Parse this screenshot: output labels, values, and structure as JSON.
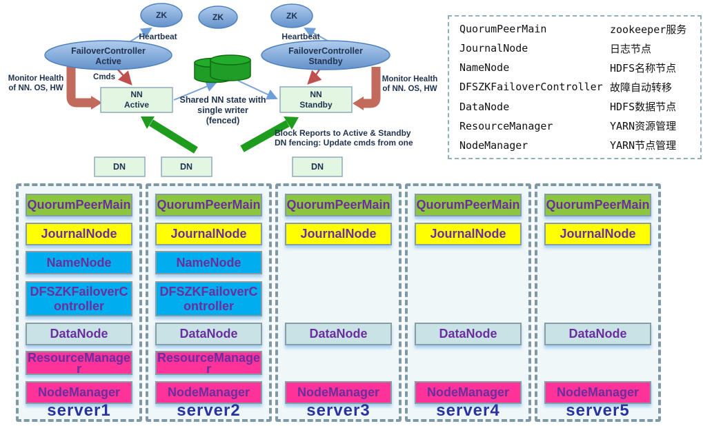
{
  "diagram": {
    "zk": "ZK",
    "heartbeat": "Heartbeat",
    "failover_active": {
      "line1": "FailoverController",
      "line2": "Active"
    },
    "failover_standby": {
      "line1": "FailoverController",
      "line2": "Standby"
    },
    "monitor_health": {
      "line1": "Monitor Health",
      "line2": "of NN. OS, HW"
    },
    "cmds": "Cmds",
    "nn_active": {
      "line1": "NN",
      "line2": "Active"
    },
    "nn_standby": {
      "line1": "NN",
      "line2": "Standby"
    },
    "shared_state": {
      "line1": "Shared NN state with",
      "line2": "single writer",
      "line3": "(fenced)"
    },
    "block_reports": {
      "line1": "Block Reports to Active & Standby",
      "line2": "DN fencing: Update cmds from one"
    },
    "dn": "DN"
  },
  "legend": {
    "rows": [
      {
        "term": "QuorumPeerMain",
        "desc": "zookeeper服务"
      },
      {
        "term": "JournalNode",
        "desc": "日志节点"
      },
      {
        "term": "NameNode",
        "desc": "HDFS名称节点"
      },
      {
        "term": "DFSZKFailoverController",
        "desc": "故障自动转移"
      },
      {
        "term": "DataNode",
        "desc": "HDFS数据节点"
      },
      {
        "term": "ResourceManager",
        "desc": "YARN资源管理"
      },
      {
        "term": "NodeManager",
        "desc": "YARN节点管理"
      }
    ]
  },
  "servers": [
    {
      "name": "server1",
      "services": {
        "quorumpeermain": "QuorumPeerMain",
        "journalnode": "JournalNode",
        "namenode": "NameNode",
        "dfszkfailovercontroller": "DFSZKFailoverController",
        "datanode": "DataNode",
        "resourcemanager": "ResourceManager",
        "nodemanager": "NodeManager"
      }
    },
    {
      "name": "server2",
      "services": {
        "quorumpeermain": "QuorumPeerMain",
        "journalnode": "JournalNode",
        "namenode": "NameNode",
        "dfszkfailovercontroller": "DFSZKFailoverController",
        "datanode": "DataNode",
        "resourcemanager": "ResourceManager",
        "nodemanager": "NodeManager"
      }
    },
    {
      "name": "server3",
      "services": {
        "quorumpeermain": "QuorumPeerMain",
        "journalnode": "JournalNode",
        "datanode": "DataNode",
        "nodemanager": "NodeManager"
      }
    },
    {
      "name": "server4",
      "services": {
        "quorumpeermain": "QuorumPeerMain",
        "journalnode": "JournalNode",
        "datanode": "DataNode",
        "nodemanager": "NodeManager"
      }
    },
    {
      "name": "server5",
      "services": {
        "quorumpeermain": "QuorumPeerMain",
        "journalnode": "JournalNode",
        "datanode": "DataNode",
        "nodemanager": "NodeManager"
      }
    }
  ],
  "colors": {
    "quorumpeermain": "#8CC63F",
    "journalnode": "#FFFF00",
    "namenode": "#00AEEF",
    "dfszkfailovercontroller": "#00AEEF",
    "datanode": "#C9E2E6",
    "resourcemanager": "#FF3399",
    "nodemanager": "#FF3399",
    "service_text": "#6B2E9E",
    "server_label_text": "#2633A0",
    "zk_node_fill": "#7FA8DC",
    "nn_box_fill": "#E3F6E2",
    "storage_cylinder": "#1F9D27",
    "monitor_arrow": "#C26B5C",
    "block_report_arrow": "#1E9C1E"
  }
}
